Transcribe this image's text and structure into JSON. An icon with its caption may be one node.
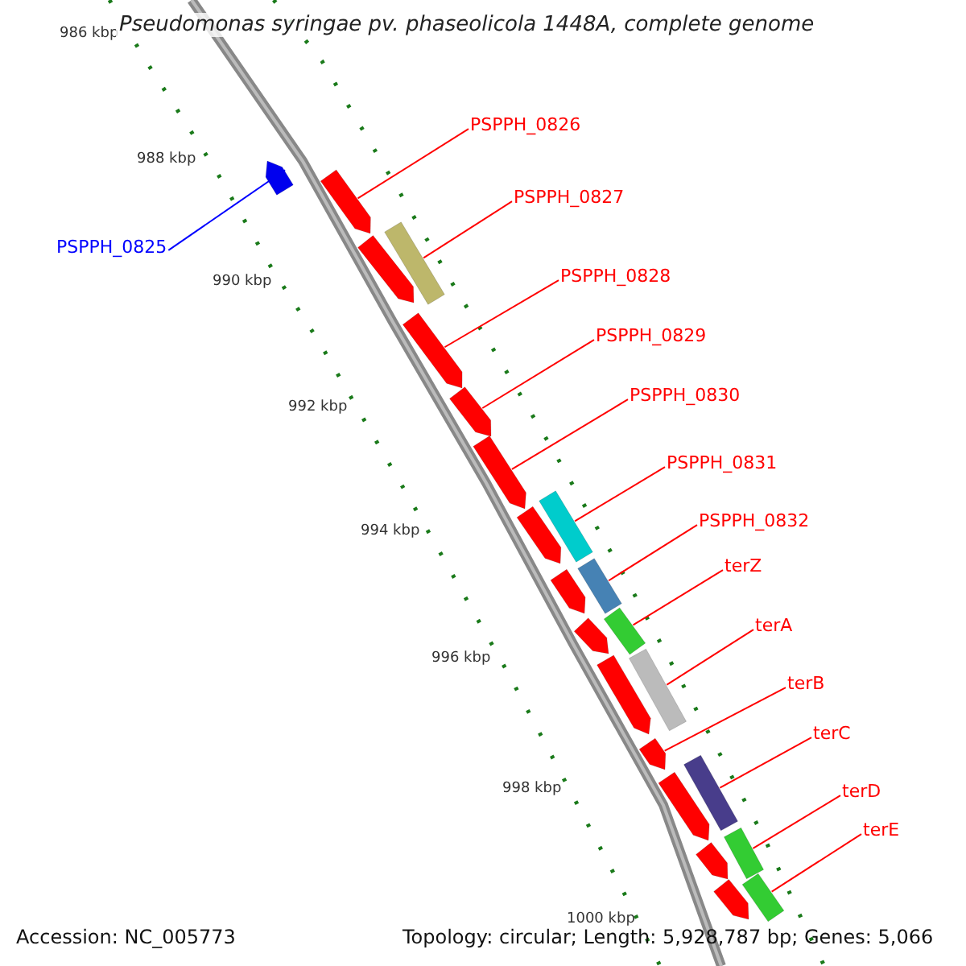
{
  "diagram": {
    "title": "Pseudomonas syringae pv. phaseolicola 1448A, complete genome",
    "nodes": [
      {
        "text": [
          "PSPPH_0825"
        ]
      },
      {
        "text": [
          "PSPPH_0826"
        ]
      },
      {
        "text": [
          "PSPPH_0827"
        ]
      },
      {
        "text": [
          "PSPPH_0828"
        ]
      },
      {
        "text": [
          "PSPPH_0829"
        ]
      },
      {
        "text": [
          "PSPPH_0830"
        ]
      },
      {
        "text": [
          "PSPPH_0831"
        ]
      },
      {
        "text": [
          "PSPPH_0832"
        ]
      },
      {
        "text": [
          "terZ"
        ]
      },
      {
        "text": [
          "terA"
        ]
      },
      {
        "text": [
          "terB"
        ]
      },
      {
        "text": [
          "terC"
        ]
      },
      {
        "text": [
          "terD"
        ]
      },
      {
        "text": [
          "terE"
        ]
      },
      {
        "text": [],
        "shape": "arrow"
      },
      {
        "text": [],
        "shape": "arrow"
      },
      {
        "text": [],
        "shape": "arrow"
      },
      {
        "text": [],
        "shape": "arrow"
      },
      {
        "text": [],
        "shape": "arrow"
      },
      {
        "text": [],
        "shape": "arrow"
      },
      {
        "text": [],
        "shape": "arrow"
      },
      {
        "text": [],
        "shape": "arrow"
      },
      {
        "text": [],
        "shape": "arrow"
      },
      {
        "text": [],
        "shape": "arrow"
      },
      {
        "text": [],
        "shape": "arrow"
      },
      {
        "text": [],
        "shape": "arrow"
      },
      {
        "text": [],
        "shape": "arrow"
      },
      {
        "text": [],
        "shape": "arrow"
      },
      {
        "text": [],
        "shape": "bar"
      },
      {
        "text": [],
        "shape": "bar"
      },
      {
        "text": [],
        "shape": "bar"
      },
      {
        "text": [],
        "shape": "bar"
      },
      {
        "text": [],
        "shape": "bar"
      },
      {
        "text": [],
        "shape": "bar"
      },
      {
        "text": [],
        "shape": "bar"
      },
      {
        "text": [],
        "shape": "bar"
      }
    ],
    "edges": [
      {
        "from": 0,
        "to": 14,
        "arrow": "none",
        "color": "#0000ff"
      },
      {
        "from": 1,
        "to": 15,
        "arrow": "none"
      },
      {
        "from": 2,
        "to": 28,
        "arrow": "none"
      },
      {
        "from": 3,
        "to": 17,
        "arrow": "none"
      },
      {
        "from": 4,
        "to": 18,
        "arrow": "none"
      },
      {
        "from": 5,
        "to": 19,
        "arrow": "none"
      },
      {
        "from": 6,
        "to": 29,
        "arrow": "none"
      },
      {
        "from": 7,
        "to": 30,
        "arrow": "none"
      },
      {
        "from": 8,
        "to": 31,
        "arrow": "none"
      },
      {
        "from": 9,
        "to": 32,
        "arrow": "none"
      },
      {
        "from": 10,
        "to": 24,
        "arrow": "none"
      },
      {
        "from": 11,
        "to": 33,
        "arrow": "none"
      },
      {
        "from": 12,
        "to": 34,
        "arrow": "none"
      },
      {
        "from": 13,
        "to": 35,
        "arrow": "none"
      }
    ],
    "labels": [
      "986 kbp",
      "988 kbp",
      "990 kbp",
      "992 kbp",
      "994 kbp",
      "996 kbp",
      "998 kbp",
      "1000 kbp",
      "Accession: NC_005773",
      "Topology: circular; Length: 5,928,787 bp; Genes: 5,066"
    ]
  }
}
